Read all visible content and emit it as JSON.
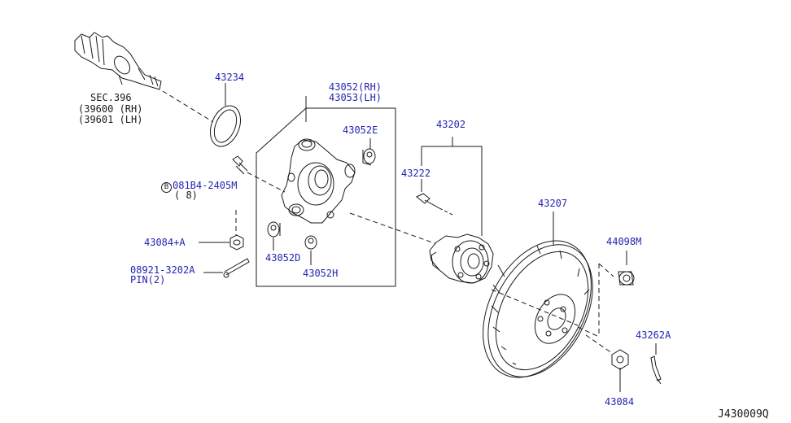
{
  "diagram": {
    "code": "J430009Q",
    "labels": {
      "sec": "SEC.396",
      "sec_rh": "(39600 (RH)",
      "sec_lh": "(39601 (LH)",
      "p43234": "43234",
      "p43052_rh": "43052(RH)",
      "p43053_lh": "43053(LH)",
      "p43052e": "43052E",
      "p43202": "43202",
      "p43222": "43222",
      "p43207": "43207",
      "p44098m": "44098M",
      "bolt_circle": "B",
      "bolt_part": "081B4-2405M",
      "bolt_qty": "( 8)",
      "p43084a": "43084+A",
      "pin_part": "08921-3202A",
      "pin_qty": "PIN(2)",
      "p43052d": "43052D",
      "p43052h": "43052H",
      "p43262a": "43262A",
      "p43084": "43084"
    }
  }
}
